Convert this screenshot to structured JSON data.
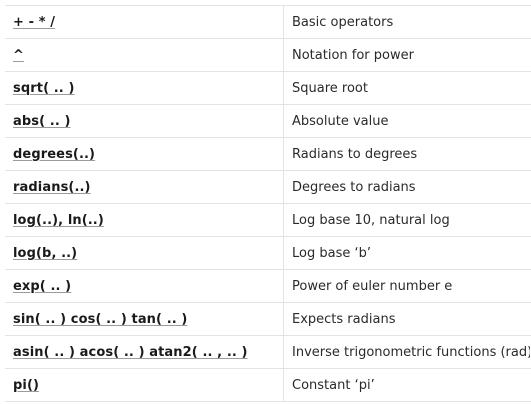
{
  "rows": [
    {
      "func": "+ - * /",
      "desc": "Basic operators"
    },
    {
      "func": "^",
      "desc": "Notation for power"
    },
    {
      "func": "sqrt( .. )",
      "desc": "Square root"
    },
    {
      "func": "abs( .. )",
      "desc": "Absolute value"
    },
    {
      "func": "degrees(..)",
      "desc": "Radians to degrees"
    },
    {
      "func": "radians(..)",
      "desc": "Degrees to radians"
    },
    {
      "func": "log(..), ln(..)",
      "desc": "Log base 10, natural log"
    },
    {
      "func": "log(b, ..)",
      "desc": "Log base ‘b’"
    },
    {
      "func": "exp( .. )",
      "desc": "Power of euler number e"
    },
    {
      "func": "sin( .. ) cos( .. ) tan( .. )",
      "desc": "Expects radians"
    },
    {
      "func": "asin( .. ) acos( .. ) atan2( .. , .. )",
      "desc": "Inverse trigonometric functions (rad)"
    },
    {
      "func": "pi()",
      "desc": "Constant ‘pi’"
    }
  ]
}
